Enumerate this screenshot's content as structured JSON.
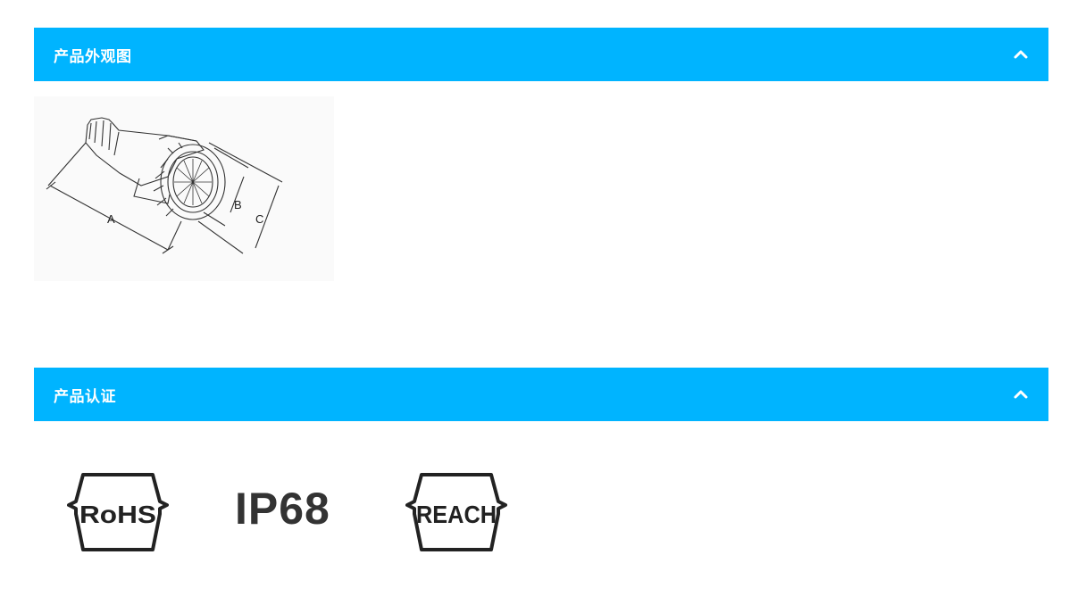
{
  "sections": [
    {
      "title": "产品外观图",
      "toggle_icon": "chevron-up-icon"
    },
    {
      "title": "产品认证",
      "toggle_icon": "chevron-up-icon"
    }
  ],
  "appearance": {
    "dimension_labels": {
      "a": "A",
      "b": "B",
      "c": "C"
    }
  },
  "certifications": [
    {
      "name": "RoHS",
      "label": "RoHS"
    },
    {
      "name": "IP68",
      "label": "IP68"
    },
    {
      "name": "REACH",
      "label": "REACH"
    }
  ],
  "colors": {
    "header_bg": "#00b4ff",
    "header_text": "#ffffff",
    "badge_text": "#333333"
  }
}
